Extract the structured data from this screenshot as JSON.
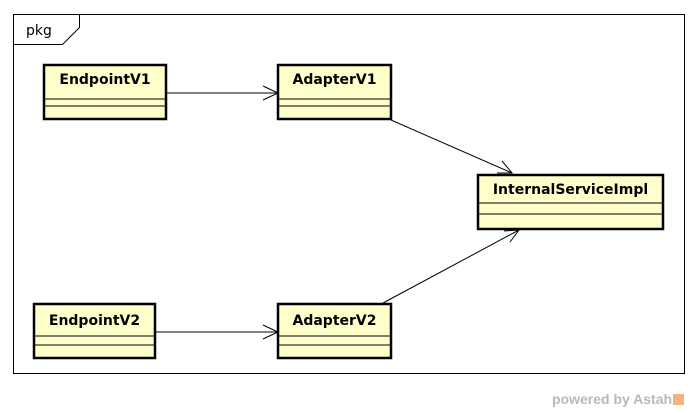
{
  "package_label": "pkg",
  "classes": {
    "endpoint_v1": "EndpointV1",
    "adapter_v1": "AdapterV1",
    "internal_service": "InternalServiceImpl",
    "endpoint_v2": "EndpointV2",
    "adapter_v2": "AdapterV2"
  },
  "footer": "powered by Astah",
  "colors": {
    "class_fill": "#ffffcc",
    "class_border": "#000000",
    "footer_text": "#b9b9b9"
  }
}
